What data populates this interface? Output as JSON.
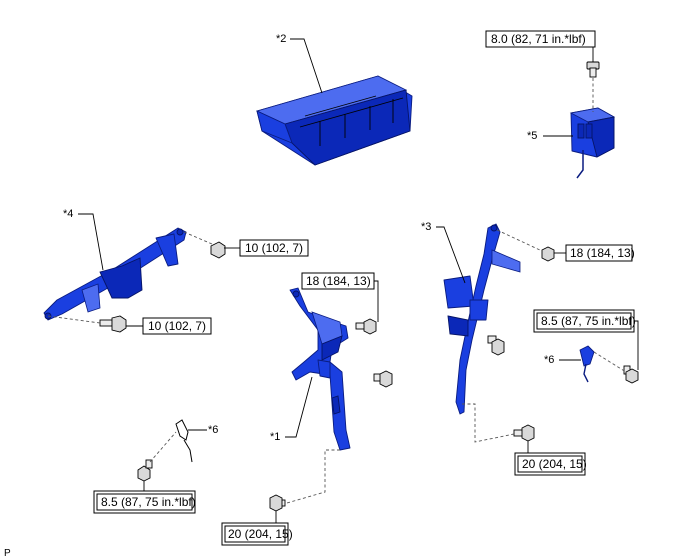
{
  "parts": {
    "p1": "*1",
    "p2": "*2",
    "p3": "*3",
    "p4": "*4",
    "p5": "*5",
    "p6a": "*6",
    "p6b": "*6"
  },
  "torques": {
    "t_top_right": "8.0 (82, 71 in.*lbf)",
    "t_part4_upper": "10 (102, 7)",
    "t_part4_lower": "10 (102, 7)",
    "t_center": "18 (184, 13)",
    "t_part3": "18 (184, 13)",
    "t_right_mid": "8.5 (87, 75 in.*lbf)",
    "t_right_bottom": "20 (204, 15)",
    "t_left_bottom": "8.5 (87, 75 in.*lbf)",
    "t_center_bottom": "20 (204, 15)"
  },
  "footer": {
    "ref": "P"
  },
  "colors": {
    "part_fill": "#1a3fe0",
    "part_outline": "#0a1c80"
  }
}
